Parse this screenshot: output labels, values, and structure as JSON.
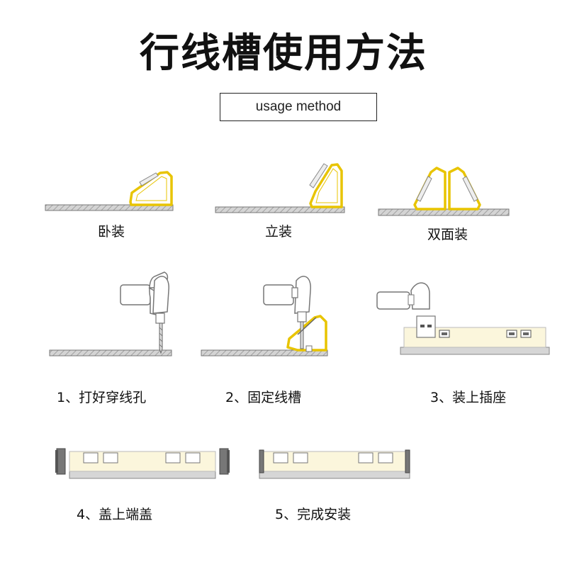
{
  "header": {
    "title": "行线槽使用方法",
    "subtitle": "usage method"
  },
  "colors": {
    "accent_yellow": "#e8c400",
    "channel_fill": "#fbf6dc",
    "floor_gray": "#cfcfcf",
    "hatch": "#999999"
  },
  "install_modes": [
    {
      "label": "卧装"
    },
    {
      "label": "立装"
    },
    {
      "label": "双面装"
    }
  ],
  "steps": [
    {
      "label": "1、打好穿线孔"
    },
    {
      "label": "2、固定线槽"
    },
    {
      "label": "3、装上插座"
    },
    {
      "label": "4、盖上端盖"
    },
    {
      "label": "5、完成安装"
    }
  ]
}
